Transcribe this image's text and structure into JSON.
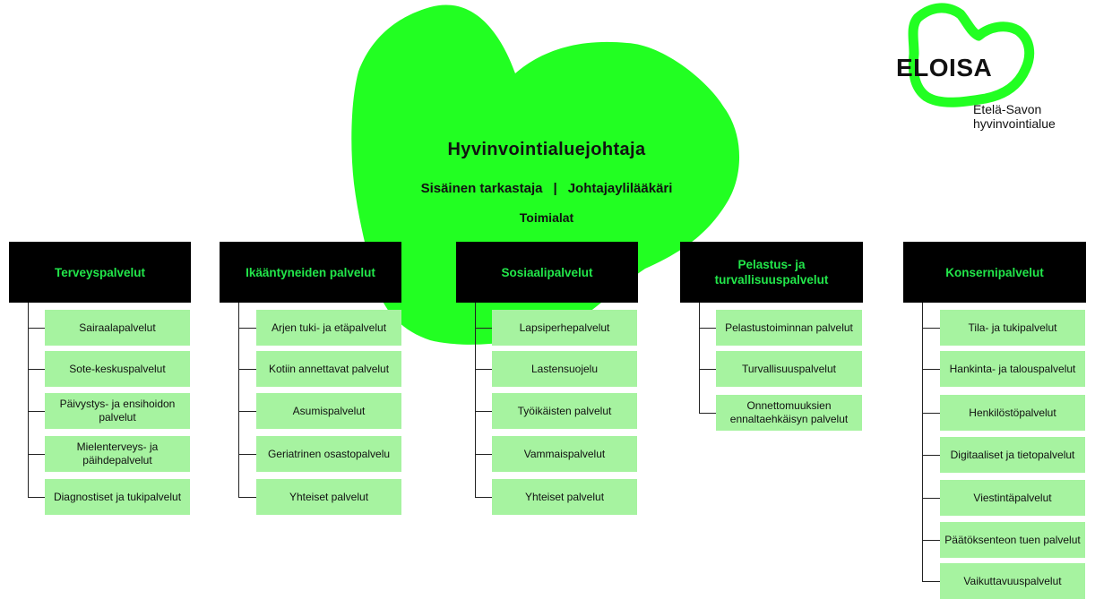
{
  "colors": {
    "brand_green": "#22ff22",
    "header_bg": "#000000",
    "header_text": "#22e64a",
    "item_bg": "#a6f3a0"
  },
  "logo": {
    "word": "ELOISA",
    "subtitle_line1": "Etelä-Savon",
    "subtitle_line2": "hyvinvointialue"
  },
  "top": {
    "title": "Hyvinvointialuejohtaja",
    "staff_left": "Sisäinen tarkastaja",
    "separator": "|",
    "staff_right": "Johtajaylilääkäri",
    "sectors_label": "Toimialat"
  },
  "columns": [
    {
      "header": "Terveyspalvelut",
      "items": [
        "Sairaalapalvelut",
        "Sote-keskuspalvelut",
        "Päivystys- ja ensihoidon palvelut",
        "Mielenterveys- ja päihdepalvelut",
        "Diagnostiset ja tukipalvelut"
      ]
    },
    {
      "header": "Ikääntyneiden palvelut",
      "items": [
        "Arjen tuki- ja etäpalvelut",
        "Kotiin annettavat palvelut",
        "Asumispalvelut",
        "Geriatrinen osastopalvelu",
        "Yhteiset palvelut"
      ]
    },
    {
      "header": "Sosiaalipalvelut",
      "items": [
        "Lapsiperhepalvelut",
        "Lastensuojelu",
        "Työikäisten palvelut",
        "Vammaispalvelut",
        "Yhteiset palvelut"
      ]
    },
    {
      "header": "Pelastus- ja turvallisuuspalvelut",
      "items": [
        "Pelastustoiminnan palvelut",
        "Turvallisuuspalvelut",
        "Onnettomuuksien ennaltaehkäisyn palvelut"
      ]
    },
    {
      "header": "Konsernipalvelut",
      "items": [
        "Tila- ja tukipalvelut",
        "Hankinta- ja talouspalvelut",
        "Henkilöstöpalvelut",
        "Digitaaliset ja tietopalvelut",
        "Viestintäpalvelut",
        "Päätöksenteon tuen palvelut",
        "Vaikuttavuuspalvelut"
      ]
    }
  ]
}
